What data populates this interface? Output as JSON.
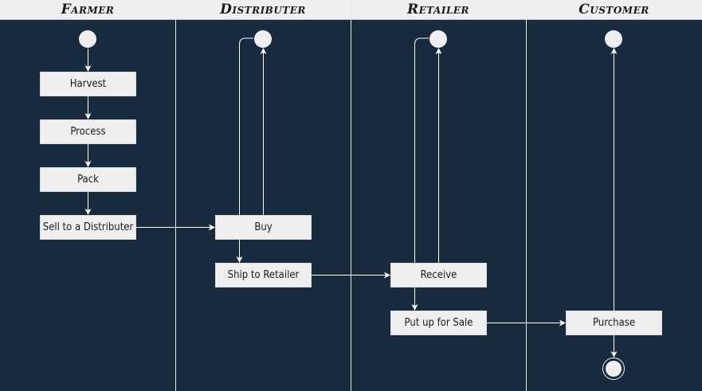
{
  "lanes": [
    {
      "title": "Farmer"
    },
    {
      "title": "Distributer"
    },
    {
      "title": "Retailer"
    },
    {
      "title": "Customer"
    }
  ],
  "nodes": {
    "harvest": "Harvest",
    "process": "Process",
    "pack": "Pack",
    "sell": "Sell to a Distributer",
    "buy": "Buy",
    "ship": "Ship to Retailer",
    "receive": "Receive",
    "putup": "Put up for Sale",
    "purchase": "Purchase"
  },
  "colors": {
    "lane_background": "#182b3e",
    "header_background": "#efefef",
    "node_fill": "#efefef",
    "connector": "#ffffff"
  }
}
